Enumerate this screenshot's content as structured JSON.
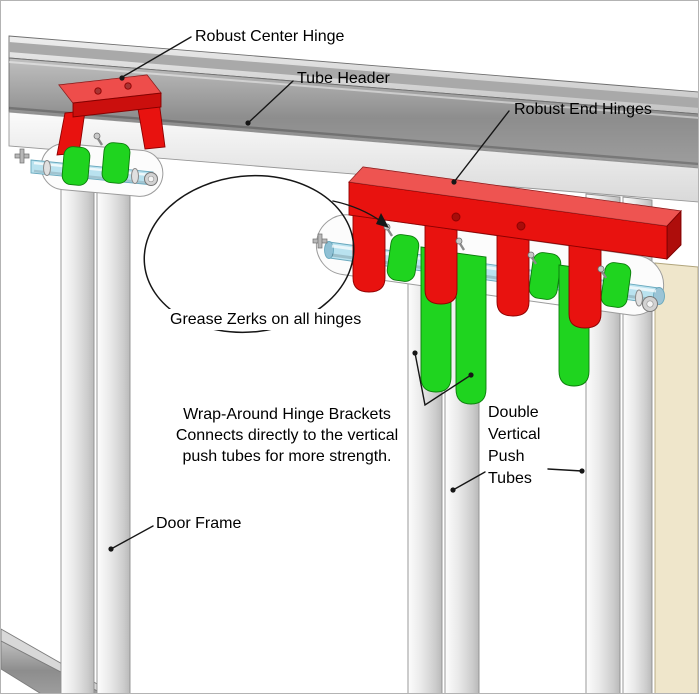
{
  "diagram": {
    "labels": {
      "center_hinge": "Robust Center Hinge",
      "tube_header": "Tube Header",
      "end_hinges": "Robust End Hinges",
      "grease_zerks": "Grease Zerks on all hinges",
      "wrap_around": {
        "line1": "Wrap-Around Hinge Brackets",
        "line2": "Connects directly to the vertical",
        "line3": "push tubes for more strength."
      },
      "double_vertical": {
        "line1": "Double",
        "line2": "Vertical",
        "line3": "Push",
        "line4": "Tubes"
      },
      "door_frame": "Door Frame"
    },
    "colors": {
      "hinge_red": "#e8120f",
      "bracket_green": "#1fd41f",
      "pin_blue": "#b9e2ef",
      "steel_gray": "#a8a8a8",
      "frame_cream": "#efe6cb"
    }
  }
}
